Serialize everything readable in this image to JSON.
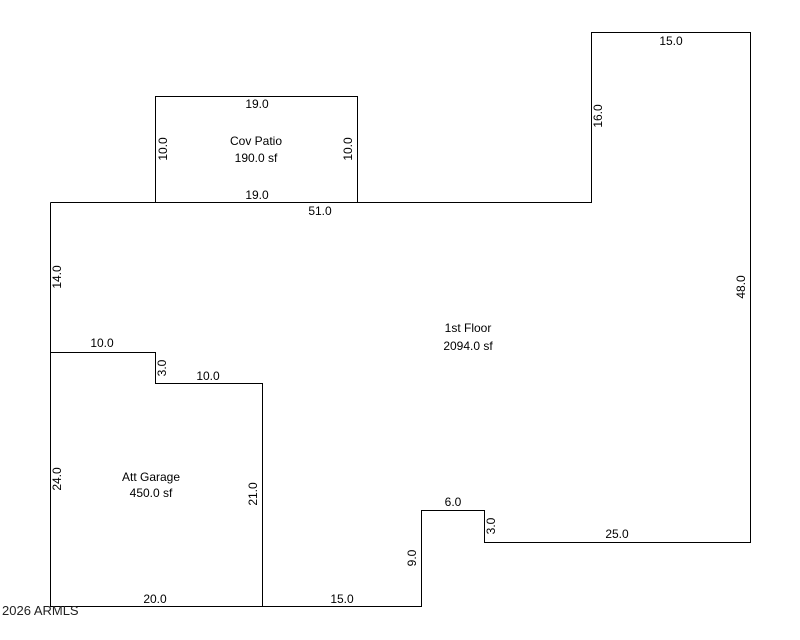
{
  "rooms": {
    "cov_patio": {
      "name": "Cov Patio",
      "area": "190.0 sf"
    },
    "first_floor": {
      "name": "1st Floor",
      "area": "2094.0 sf"
    },
    "att_garage": {
      "name": "Att Garage",
      "area": "450.0 sf"
    }
  },
  "dimensions": {
    "patio_top": "19.0",
    "patio_left": "10.0",
    "patio_right": "10.0",
    "patio_bottom": "19.0",
    "floor_top": "51.0",
    "ne_top": "15.0",
    "ne_left": "16.0",
    "east_side": "48.0",
    "west_upper": "14.0",
    "step_top": "10.0",
    "step_drop": "3.0",
    "garage_top": "10.0",
    "garage_left": "24.0",
    "garage_right": "21.0",
    "garage_bottom": "20.0",
    "south_middle": "15.0",
    "bump_left": "9.0",
    "bump_top": "6.0",
    "bump_right": "3.0",
    "south_east": "25.0"
  },
  "footer": {
    "copyright": "2026 ARMLS"
  }
}
